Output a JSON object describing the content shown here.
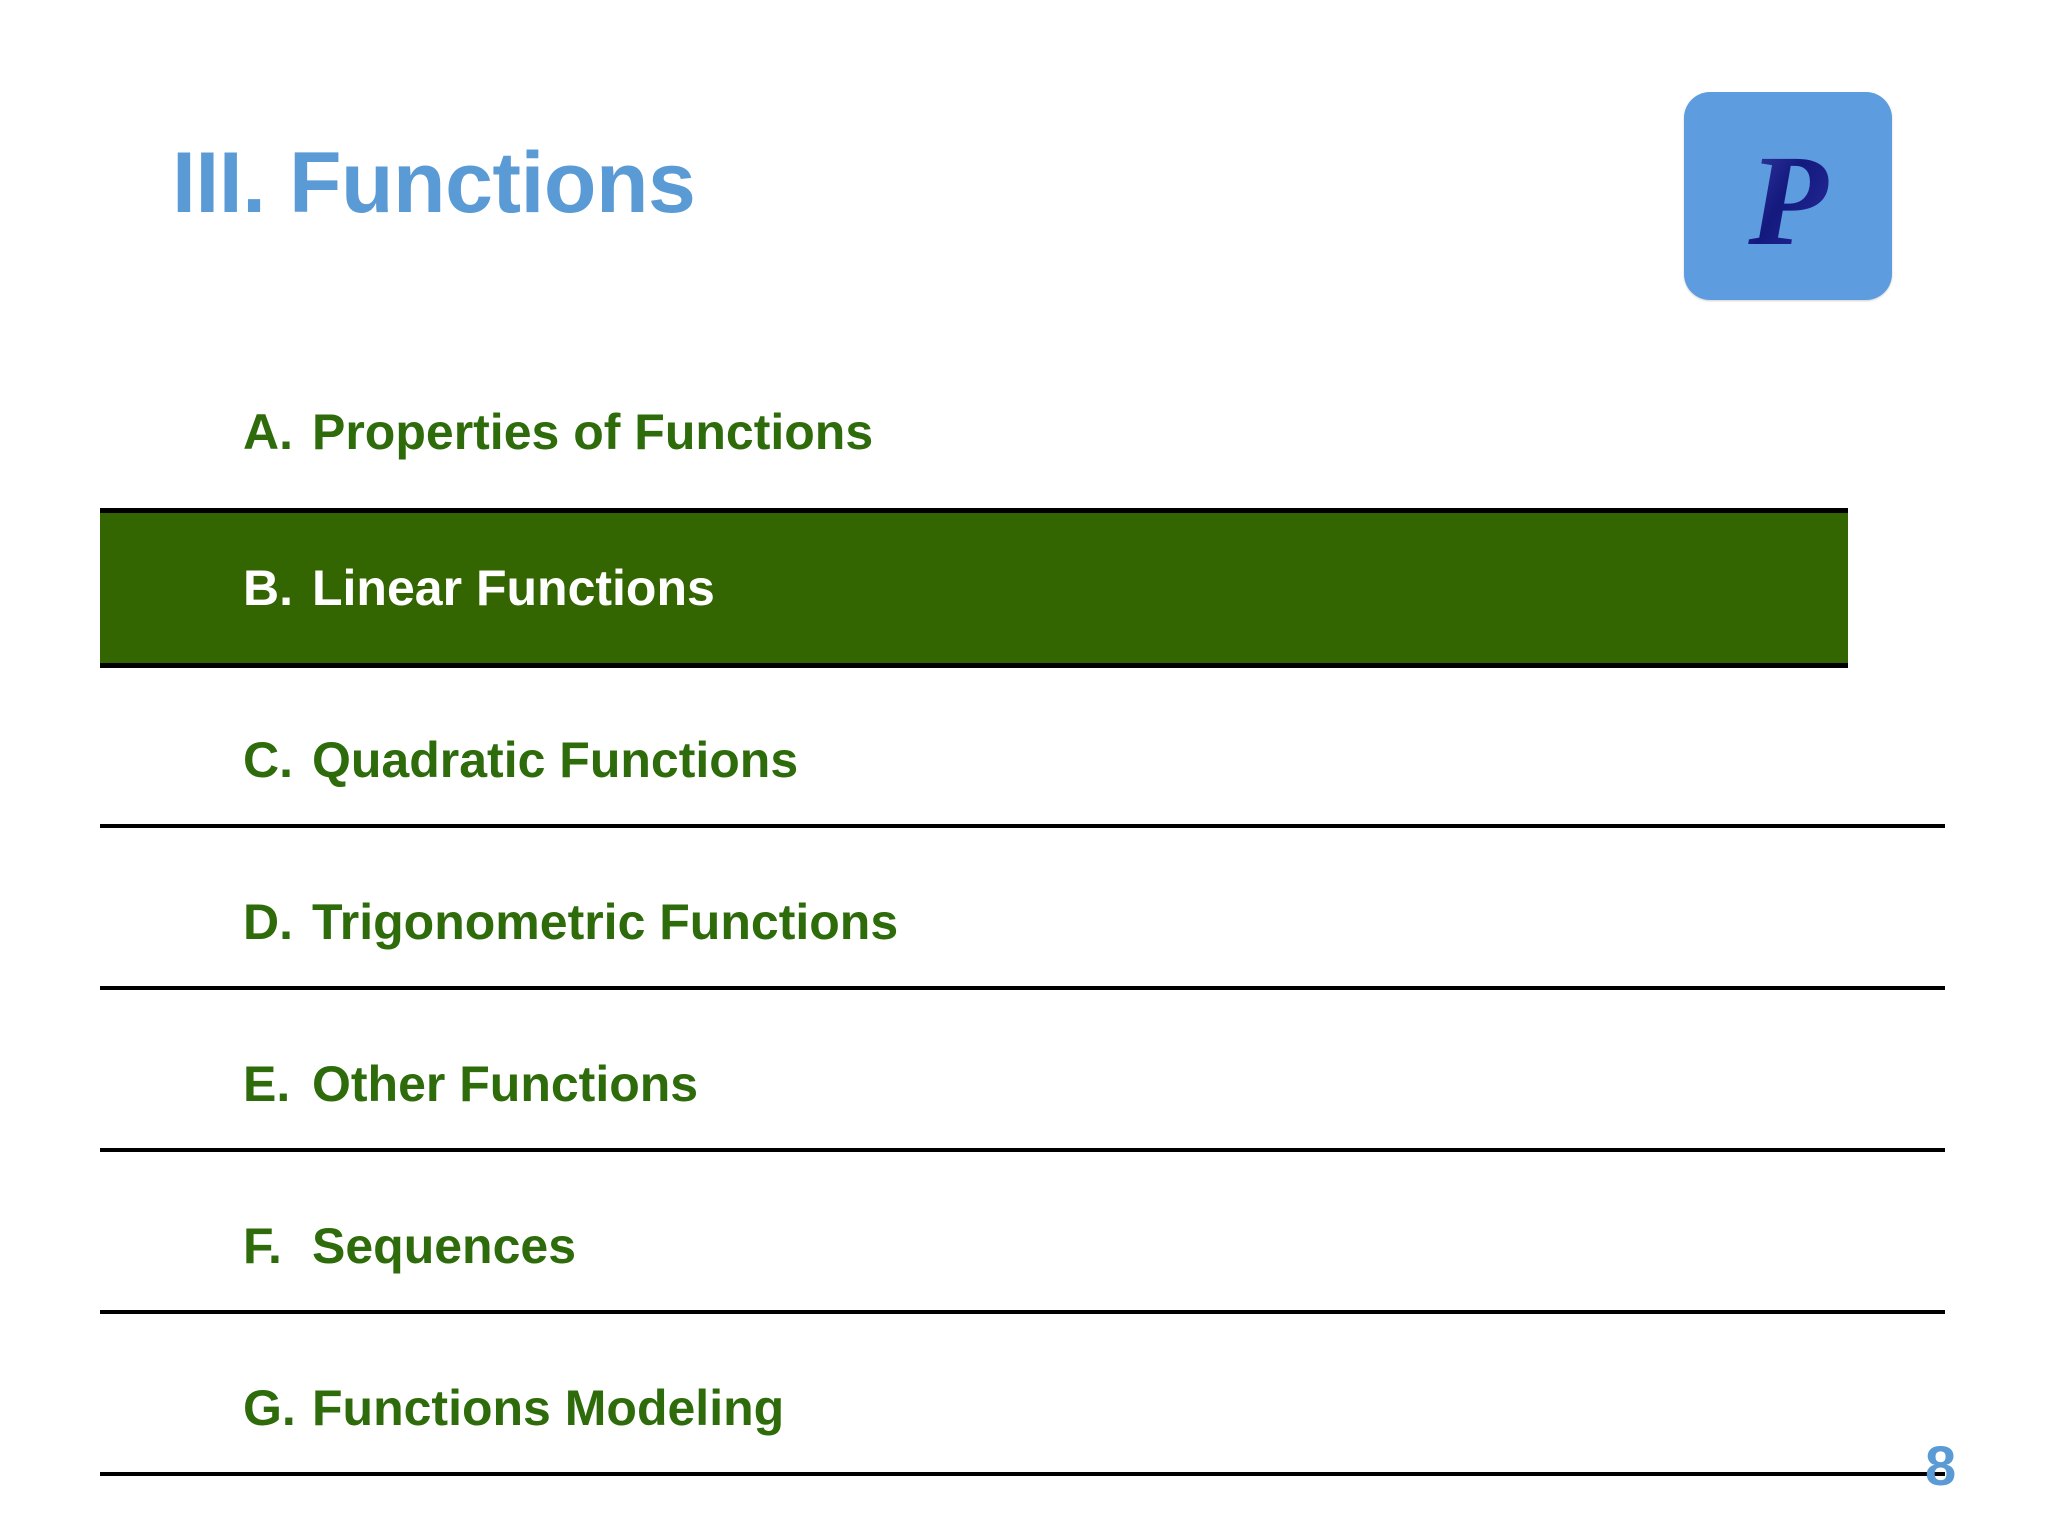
{
  "slide": {
    "title": "III. Functions",
    "page_number": "8",
    "background_color": "#ffffff",
    "title_color": "#5B9BD5",
    "item_color": "#2E6B0B",
    "highlight_background": "#336600",
    "highlight_text_color": "#ffffff",
    "rule_color": "#000000"
  },
  "logo": {
    "name": "p-logo",
    "letter": "P",
    "tile_color": "#5E9CE0",
    "glyph_color": "#1B1F8C"
  },
  "outline": {
    "items": [
      {
        "letter": "A.",
        "label": "Properties of Functions",
        "highlighted": false,
        "rule_below": false
      },
      {
        "letter": "B.",
        "label": "Linear Functions",
        "highlighted": true,
        "rule_below": false
      },
      {
        "letter": "C.",
        "label": "Quadratic Functions",
        "highlighted": false,
        "rule_below": true
      },
      {
        "letter": "D.",
        "label": "Trigonometric Functions",
        "highlighted": false,
        "rule_below": true
      },
      {
        "letter": "E.",
        "label": "Other Functions",
        "highlighted": false,
        "rule_below": true
      },
      {
        "letter": "F.",
        "label": "Sequences",
        "highlighted": false,
        "rule_below": true
      },
      {
        "letter": "G.",
        "label": "Functions Modeling",
        "highlighted": false,
        "rule_below": true
      }
    ]
  }
}
